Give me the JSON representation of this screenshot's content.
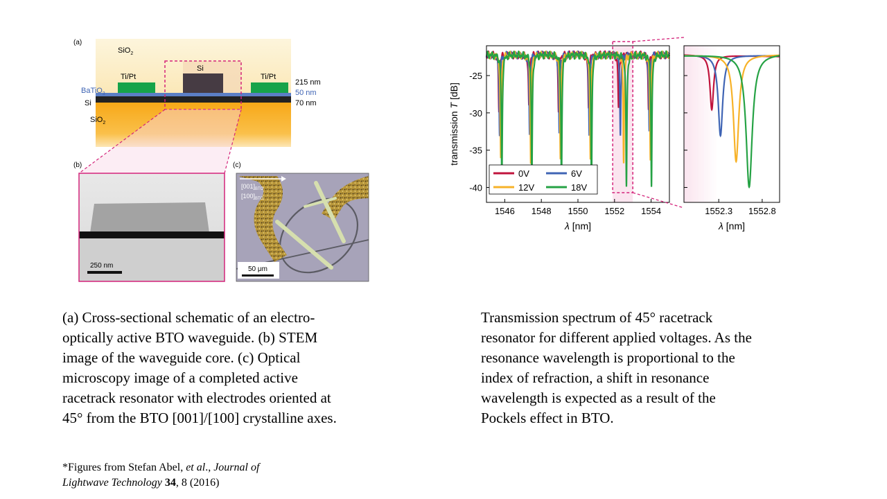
{
  "figure_left": {
    "panel_a": {
      "label": "(a)",
      "layers": {
        "sio2_top": "SiO",
        "sio2_top_sub": "2",
        "si_core": "Si",
        "electrode_left": "Ti/Pt",
        "electrode_right": "Ti/Pt",
        "bto": "BaTiO",
        "bto_sub": "3",
        "si_layer": "Si",
        "sio2_bottom": "SiO",
        "sio2_bottom_sub": "2"
      },
      "thickness": {
        "t1": "215 nm",
        "t2": "50 nm",
        "t3": "70 nm"
      },
      "colors": {
        "sio2_top": "#fbeec8",
        "sio2_bottom": "#f9b21a",
        "electrode": "#16a34a",
        "bto": "#5b7fc6",
        "si": "#222222",
        "core": "#463b43",
        "highlight": "#d4237a"
      }
    },
    "panel_b": {
      "label": "(b)",
      "scale_bar": "250 nm"
    },
    "panel_c": {
      "label": "(c)",
      "axis1": "[001]",
      "axis1_sub": "BTO",
      "axis2": "[100]",
      "axis2_sub": "BTO",
      "scale_bar": "50 μm"
    }
  },
  "figure_right": {
    "ylabel_prefix": "transmission ",
    "ylabel_var": "T",
    "ylabel_suffix": " [dB]",
    "xlabel_var": "λ",
    "xlabel_suffix": " [nm]",
    "main_xticks": [
      "1546",
      "1548",
      "1550",
      "1552",
      "1554"
    ],
    "main_yticks": [
      "-25",
      "-30",
      "-35",
      "-40"
    ],
    "zoom_xticks": [
      "1552.3",
      "1552.8"
    ],
    "legend": [
      "0V",
      "6V",
      "12V",
      "18V"
    ]
  },
  "chart_data": {
    "type": "line",
    "xlabel": "λ [nm]",
    "ylabel": "transmission T [dB]",
    "xlim": [
      1545,
      1555
    ],
    "ylim": [
      -42,
      -21
    ],
    "legend_placement": "bottom-left",
    "zoom_xlim": [
      1551.9,
      1553.0
    ],
    "series": [
      {
        "name": "0V",
        "color": "#c0143c",
        "resonances": [
          1545.68,
          1547.32,
          1548.94,
          1550.58,
          1552.22,
          1553.86
        ],
        "depth_dB": -29.5
      },
      {
        "name": "6V",
        "color": "#3f64b4",
        "resonances": [
          1545.72,
          1547.36,
          1548.98,
          1550.62,
          1552.32,
          1553.9
        ],
        "depth_dB": -33.0
      },
      {
        "name": "12V",
        "color": "#f7b228",
        "resonances": [
          1545.78,
          1547.42,
          1549.04,
          1550.68,
          1552.5,
          1553.96
        ],
        "depth_dB": -36.5
      },
      {
        "name": "18V",
        "color": "#25a244",
        "resonances": [
          1545.84,
          1547.48,
          1549.1,
          1550.74,
          1552.65,
          1554.02
        ],
        "depth_dB": -40.0
      }
    ]
  },
  "captions": {
    "left": [
      "(a) Cross-sectional schematic of an electro-",
      "optically active BTO waveguide. (b) STEM",
      "image of the waveguide core. (c) Optical",
      "microscopy image of a completed active",
      "racetrack resonator with electrodes oriented at",
      "45° from the BTO [001]/[100] crystalline axes."
    ],
    "right": [
      "Transmission spectrum of 45° racetrack",
      "resonator for different applied voltages.  As the",
      "resonance wavelength is proportional to the",
      "index of refraction, a shift in resonance",
      "wavelength is expected as a result of the",
      "Pockels effect in BTO."
    ]
  },
  "citation": {
    "prefix": "*Figures from Stefan Abel, ",
    "etal": "et al",
    "mid": "., ",
    "journal1": "Journal of",
    "journal2": "Lightwave Technology",
    "volume": "34",
    "rest": ", 8 (2016)"
  }
}
